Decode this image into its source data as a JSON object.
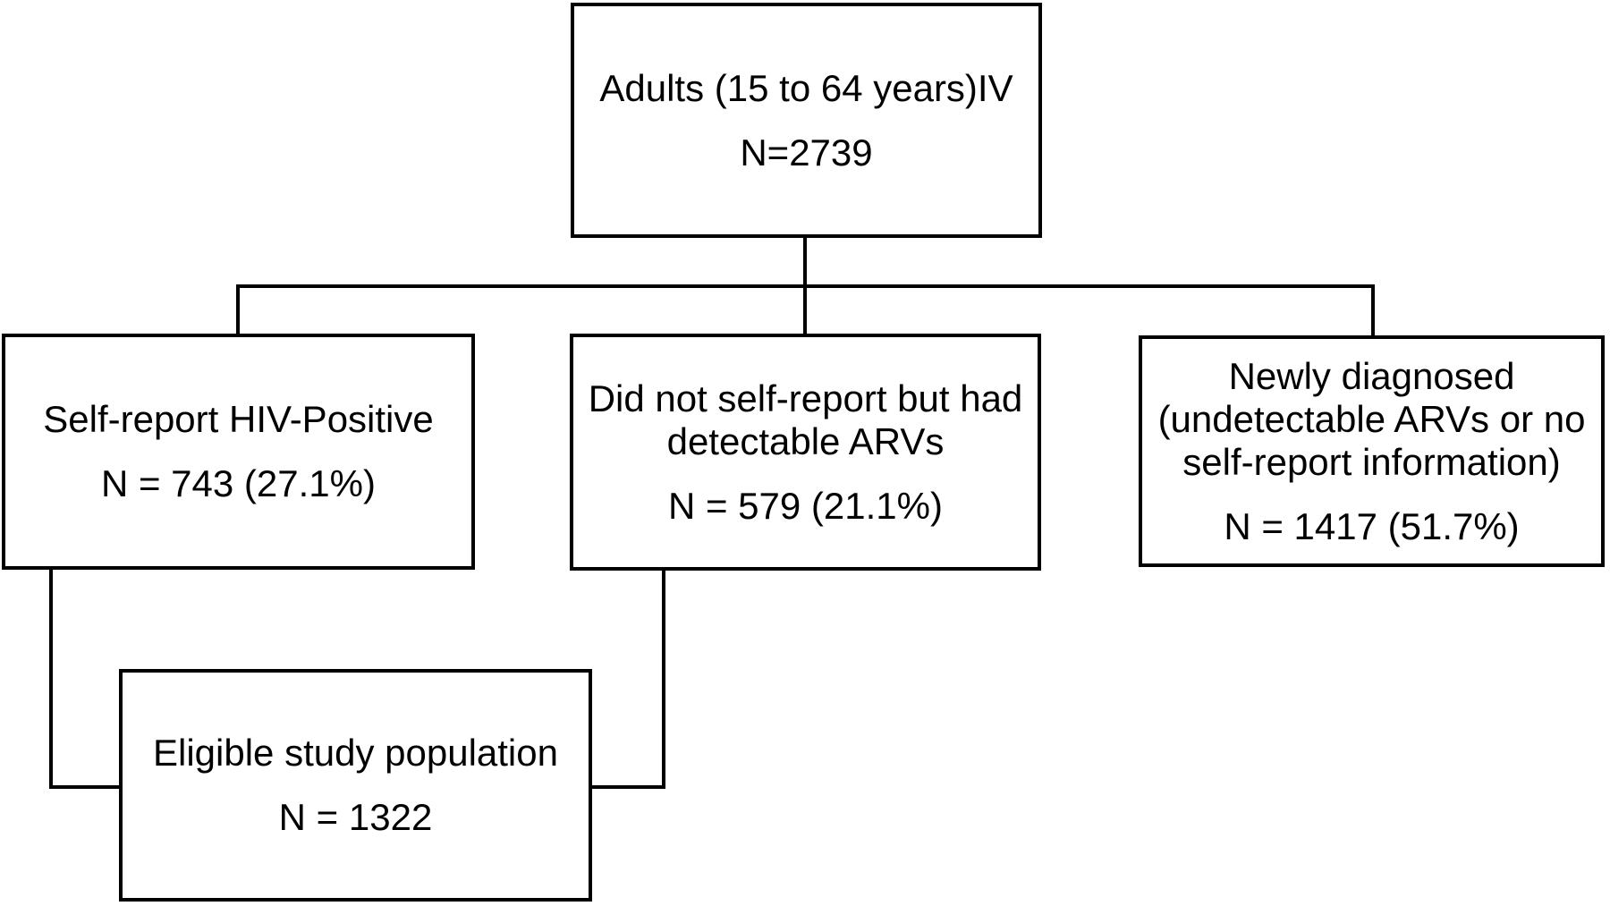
{
  "style": {
    "line_color": "#000000",
    "background": "#ffffff",
    "text_color": "#000000"
  },
  "boxes": {
    "adults": {
      "title": "Adults (15 to 64 years)IV",
      "n": "N=2739"
    },
    "self_report": {
      "title": "Self-report HIV-Positive",
      "n": "N = 743 (27.1%)"
    },
    "arv_detected": {
      "title_lines": [
        "Did not self-report but had",
        "detectable ARVs"
      ],
      "n": "N = 579 (21.1%)"
    },
    "newly_diagnosed": {
      "title_lines": [
        "Newly diagnosed",
        "(undetectable ARVs or no",
        "self-report information)"
      ],
      "n": "N = 1417 (51.7%)"
    },
    "eligible": {
      "title": "Eligible study population",
      "n": "N = 1322"
    }
  }
}
